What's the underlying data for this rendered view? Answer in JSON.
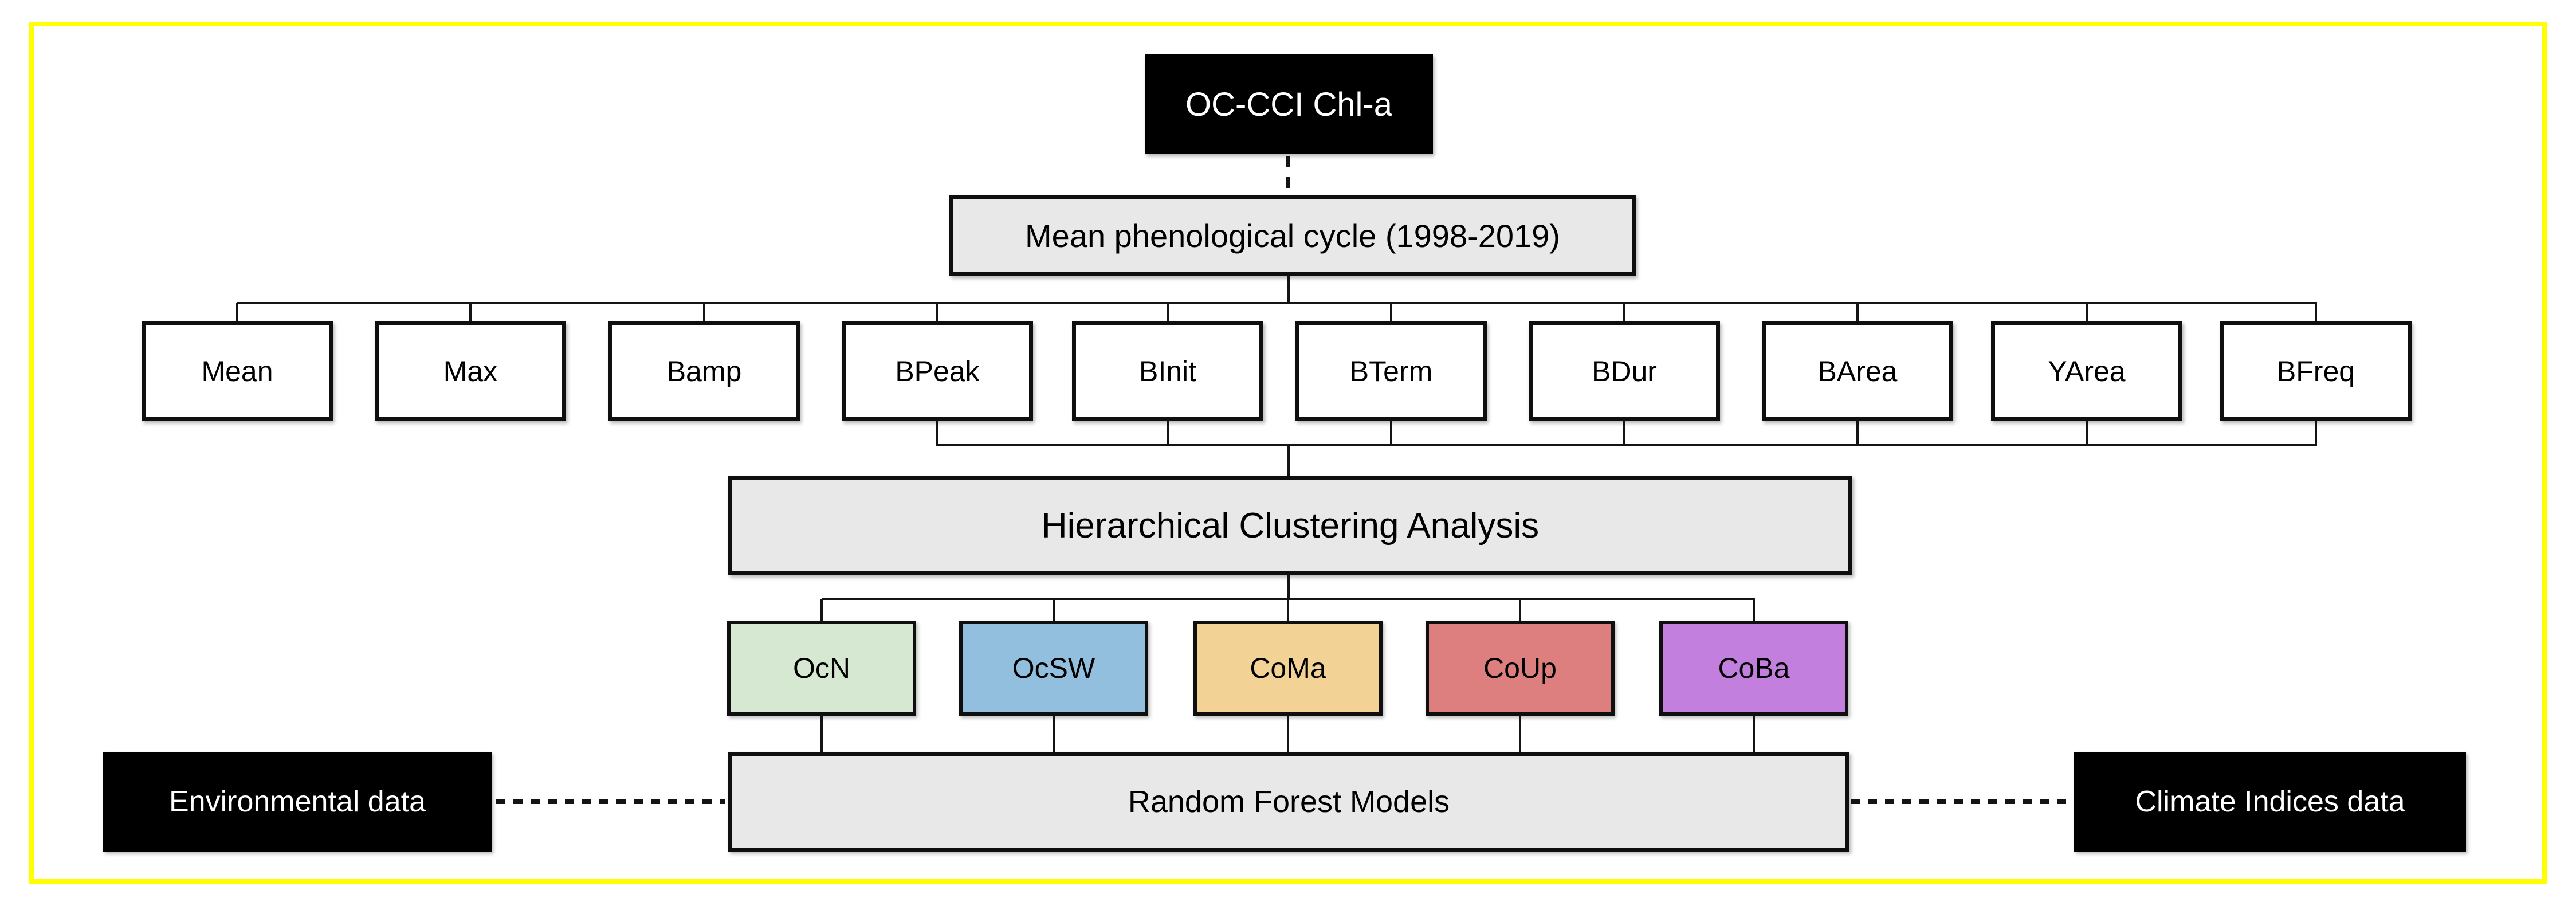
{
  "frame": {
    "border_color": "#ffff00",
    "background": "#ffffff"
  },
  "nodes": {
    "source": "OC-CCI Chl-a",
    "phenology": "Mean phenological cycle (1998-2019)",
    "hca": "Hierarchical Clustering Analysis",
    "random_forest": "Random Forest Models",
    "environmental": "Environmental data",
    "climate": "Climate Indices data"
  },
  "metrics": [
    "Mean",
    "Max",
    "Bamp",
    "BPeak",
    "BInit",
    "BTerm",
    "BDur",
    "BArea",
    "YArea",
    "BFreq"
  ],
  "clusters": [
    {
      "label": "OcN",
      "color": "#d6e8d2"
    },
    {
      "label": "OcSW",
      "color": "#92bfdd"
    },
    {
      "label": "CoMa",
      "color": "#f3d395"
    },
    {
      "label": "CoUp",
      "color": "#de7f7f"
    },
    {
      "label": "CoBa",
      "color": "#c27fdd"
    }
  ],
  "colors": {
    "black_node_fill": "#000000",
    "gray_node_fill": "#e8e8e8",
    "line": "#141414"
  }
}
